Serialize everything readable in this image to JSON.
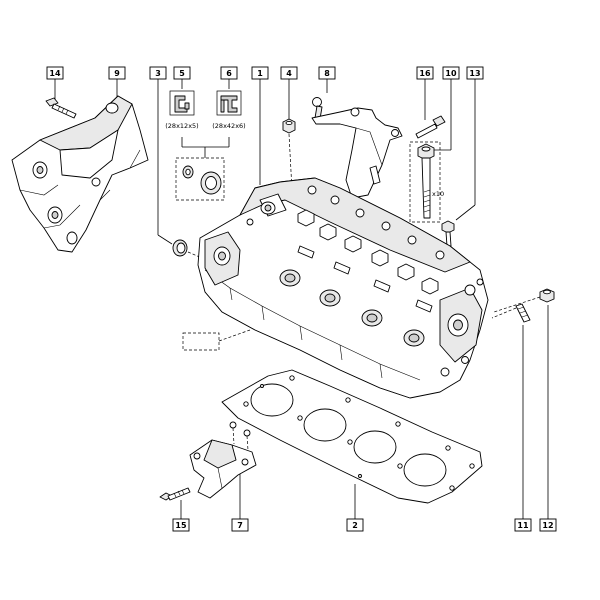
{
  "callouts": [
    {
      "id": "c14",
      "label": "14"
    },
    {
      "id": "c9",
      "label": "9"
    },
    {
      "id": "c3",
      "label": "3"
    },
    {
      "id": "c5",
      "label": "5"
    },
    {
      "id": "c6",
      "label": "6"
    },
    {
      "id": "c1",
      "label": "1"
    },
    {
      "id": "c4",
      "label": "4"
    },
    {
      "id": "c8",
      "label": "8"
    },
    {
      "id": "c16",
      "label": "16"
    },
    {
      "id": "c10",
      "label": "10"
    },
    {
      "id": "c13",
      "label": "13"
    },
    {
      "id": "c15",
      "label": "15"
    },
    {
      "id": "c7",
      "label": "7"
    },
    {
      "id": "c2",
      "label": "2"
    },
    {
      "id": "c11",
      "label": "11"
    },
    {
      "id": "c12",
      "label": "12"
    }
  ],
  "annotations": {
    "seal5_size": "(28x12x5)",
    "seal6_size": "(28x42x6)",
    "bolt10_qty": "x10"
  }
}
